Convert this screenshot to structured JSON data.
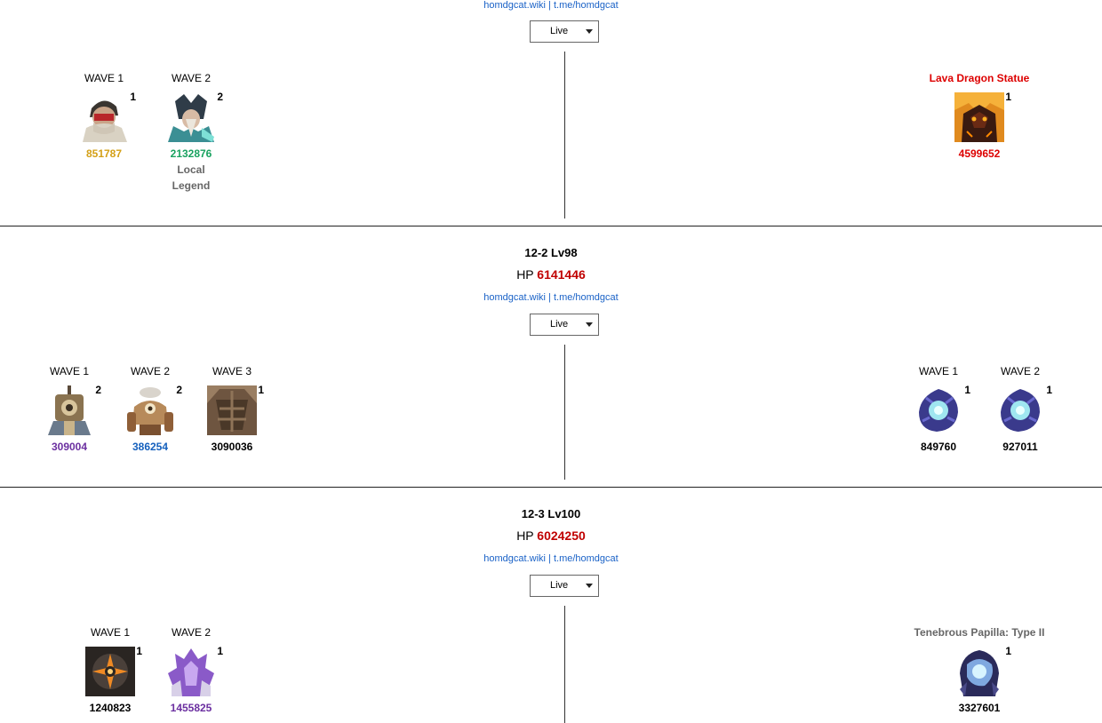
{
  "chambers": [
    {
      "links": {
        "wiki": "homdgcat.wiki",
        "sep": " | ",
        "tme": "t.me/homdgcat"
      },
      "select": "Live",
      "left": [
        {
          "label": "WAVE 1",
          "count": "1",
          "hp": "851787",
          "hp_color": "#d4a017",
          "icon": "masked-soldier-icon",
          "note": ""
        },
        {
          "label": "WAVE 2",
          "count": "2",
          "hp": "2132876",
          "hp_color": "#1aa260",
          "icon": "crowned-knight-icon",
          "note_lines": [
            "Local",
            "Legend"
          ]
        }
      ],
      "right": [
        {
          "label": "Lava Dragon Statue",
          "label_style": "red",
          "count": "1",
          "hp": "4599652",
          "hp_color": "#dd0000",
          "icon": "lava-dragon-icon"
        }
      ]
    },
    {
      "title": "12-2 Lv98",
      "hp_label": "HP",
      "hp_value": "6141446",
      "links": {
        "wiki": "homdgcat.wiki",
        "sep": " | ",
        "tme": "t.me/homdgcat"
      },
      "select": "Live",
      "left": [
        {
          "label": "WAVE 1",
          "count": "2",
          "hp": "309004",
          "hp_color": "#6b2fa0",
          "icon": "cannon-construct-icon"
        },
        {
          "label": "WAVE 2",
          "count": "2",
          "hp": "386254",
          "hp_color": "#1560bd",
          "icon": "golem-construct-icon"
        },
        {
          "label": "WAVE 3",
          "count": "1",
          "hp": "3090036",
          "hp_color": "#000000",
          "icon": "stone-construct-icon"
        }
      ],
      "right": [
        {
          "label": "WAVE 1",
          "count": "1",
          "hp": "849760",
          "hp_color": "#000000",
          "icon": "dark-orb-icon"
        },
        {
          "label": "WAVE 2",
          "count": "1",
          "hp": "927011",
          "hp_color": "#000000",
          "icon": "dark-orb-icon"
        }
      ]
    },
    {
      "title": "12-3 Lv100",
      "hp_label": "HP",
      "hp_value": "6024250",
      "links": {
        "wiki": "homdgcat.wiki",
        "sep": " | ",
        "tme": "t.me/homdgcat"
      },
      "select": "Live",
      "left": [
        {
          "label": "WAVE 1",
          "count": "1",
          "hp": "1240823",
          "hp_color": "#000000",
          "icon": "fire-wheel-icon"
        },
        {
          "label": "WAVE 2",
          "count": "1",
          "hp": "1455825",
          "hp_color": "#6b2fa0",
          "icon": "crystal-beast-icon"
        }
      ],
      "right": [
        {
          "label": "Tenebrous Papilla: Type II",
          "label_style": "grey",
          "count": "1",
          "hp": "3327601",
          "hp_color": "#000000",
          "icon": "tenebrous-papilla-icon"
        }
      ]
    }
  ]
}
